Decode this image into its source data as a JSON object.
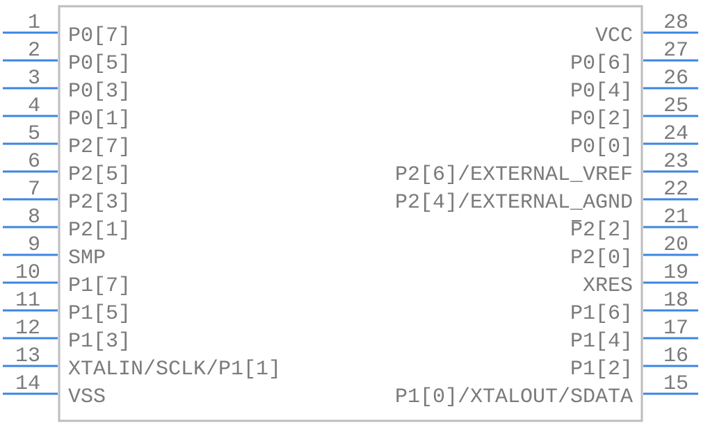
{
  "component": {
    "left_pins": [
      {
        "number": "1",
        "name": "P0[7]"
      },
      {
        "number": "2",
        "name": "P0[5]"
      },
      {
        "number": "3",
        "name": "P0[3]"
      },
      {
        "number": "4",
        "name": "P0[1]"
      },
      {
        "number": "5",
        "name": "P2[7]"
      },
      {
        "number": "6",
        "name": "P2[5]"
      },
      {
        "number": "7",
        "name": "P2[3]"
      },
      {
        "number": "8",
        "name": "P2[1]"
      },
      {
        "number": "9",
        "name": "SMP"
      },
      {
        "number": "10",
        "name": "P1[7]"
      },
      {
        "number": "11",
        "name": "P1[5]"
      },
      {
        "number": "12",
        "name": "P1[3]"
      },
      {
        "number": "13",
        "name": "XTALIN/SCLK/P1[1]"
      },
      {
        "number": "14",
        "name": "VSS"
      }
    ],
    "right_pins": [
      {
        "number": "28",
        "name": "VCC"
      },
      {
        "number": "27",
        "name": "P0[6]"
      },
      {
        "number": "26",
        "name": "P0[4]"
      },
      {
        "number": "25",
        "name": "P0[2]"
      },
      {
        "number": "24",
        "name": "P0[0]"
      },
      {
        "number": "23",
        "name": "P2[6]/EXTERNAL_VREF"
      },
      {
        "number": "22",
        "name": "P2[4]/EXTERNAL_AGND"
      },
      {
        "number": "21",
        "name": "P2[2]",
        "overbar": true
      },
      {
        "number": "20",
        "name": "P2[0]"
      },
      {
        "number": "19",
        "name": "XRES"
      },
      {
        "number": "18",
        "name": "P1[6]"
      },
      {
        "number": "17",
        "name": "P1[4]"
      },
      {
        "number": "16",
        "name": "P1[2]"
      },
      {
        "number": "15",
        "name": "P1[0]/XTALOUT/SDATA"
      }
    ]
  },
  "colors": {
    "pin_line": "#3b86e2",
    "body_outline": "#bdbdbd",
    "text": "#7a7a7a"
  }
}
